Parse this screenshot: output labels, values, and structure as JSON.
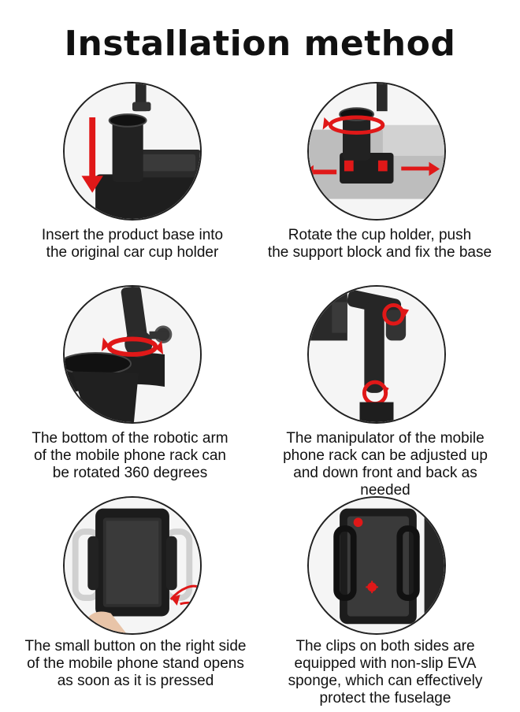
{
  "title": "Installation method",
  "steps": [
    {
      "image_icon": "cup-holder-insert-icon",
      "caption": [
        "Insert the product base into",
        "the original car cup holder"
      ]
    },
    {
      "image_icon": "rotate-cup-holder-icon",
      "caption": [
        "Rotate the cup holder, push",
        "the support block and fix the base"
      ]
    },
    {
      "image_icon": "robotic-arm-rotate-icon",
      "caption": [
        "The bottom of the robotic arm",
        "of the mobile phone rack can",
        "be rotated 360 degrees"
      ]
    },
    {
      "image_icon": "manipulator-adjust-icon",
      "caption": [
        "The manipulator of the mobile",
        "phone rack can be adjusted up",
        "and down front and back as",
        "needed"
      ]
    },
    {
      "image_icon": "release-button-icon",
      "caption": [
        "The small button on the right side",
        "of the mobile phone stand opens",
        "as soon as it is pressed"
      ]
    },
    {
      "image_icon": "eva-clips-icon",
      "caption": [
        "The clips on both sides are",
        "equipped with non-slip EVA",
        "sponge, which can effectively",
        "protect the fuselage"
      ]
    }
  ],
  "colors": {
    "accent_red": "#e01818",
    "product_black": "#1c1c1c",
    "base_grey": "#8a8a8a"
  }
}
